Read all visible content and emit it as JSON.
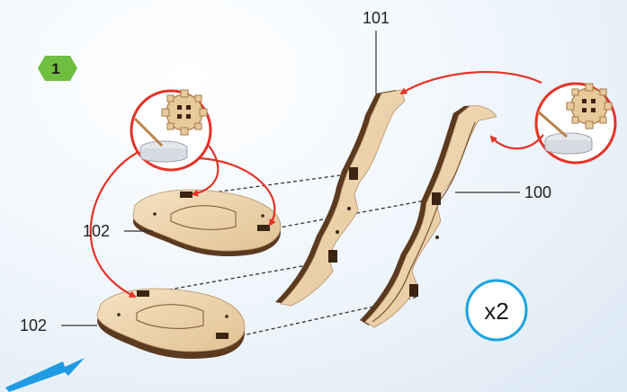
{
  "step": {
    "number": "1"
  },
  "parts": [
    {
      "id": "part-100",
      "label": "100"
    },
    {
      "id": "part-101",
      "label": "101"
    },
    {
      "id": "part-102-top",
      "label": "102"
    },
    {
      "id": "part-102-bottom",
      "label": "102"
    }
  ],
  "quantity": {
    "text": "x2"
  },
  "icons": {
    "glue": "glue-pot-with-brush-icon",
    "gear": "gear-icon",
    "direction": "blue-arrow-icon"
  },
  "colors": {
    "arrow": "#e53227",
    "quantity_ring": "#1aa3e0",
    "step_badge": "#6fbe3f",
    "wood_light": "#ecd3ad",
    "wood_dark": "#5b3a20",
    "direction_arrow": "#1e9be3"
  }
}
